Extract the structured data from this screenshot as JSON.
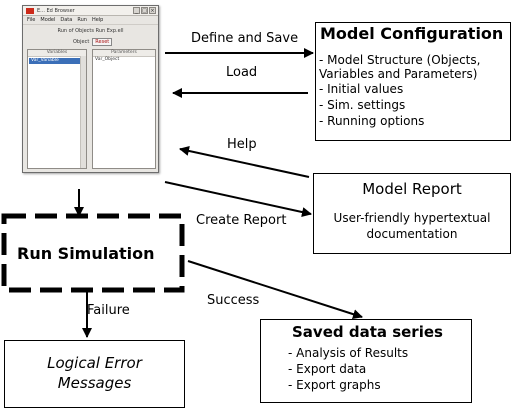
{
  "screenshot_window": {
    "title": "E... Ed Browser",
    "menu": [
      "File",
      "Model",
      "Data",
      "Run",
      "Help"
    ],
    "header": "Run of Objects  Run Exp.ell",
    "objects_label": "Object",
    "objects_button": "Reset",
    "variables_header": "Variables",
    "parameters_header": "Parameters",
    "variable_selected": "Var_Variable",
    "parameter_item": "Var_Object"
  },
  "model_config": {
    "title": "Model Configuration",
    "lines": [
      "- Model Structure (Objects,",
      "Variables and Parameters)",
      "- Initial values",
      "- Sim. settings",
      "- Running options"
    ]
  },
  "model_report": {
    "title": "Model Report",
    "lines": [
      "User-friendly hypertextual",
      "documentation"
    ]
  },
  "run_simulation": {
    "title": "Run Simulation"
  },
  "logical_errors": {
    "lines": [
      "Logical Error",
      "Messages"
    ]
  },
  "saved_data": {
    "title": "Saved data series",
    "lines": [
      "- Analysis of Results",
      "- Export data",
      "- Export graphs"
    ]
  },
  "arrow_labels": {
    "define_save": "Define and Save",
    "load": "Load",
    "help": "Help",
    "create_report": "Create Report",
    "success": "Success",
    "failure": "Failure"
  }
}
